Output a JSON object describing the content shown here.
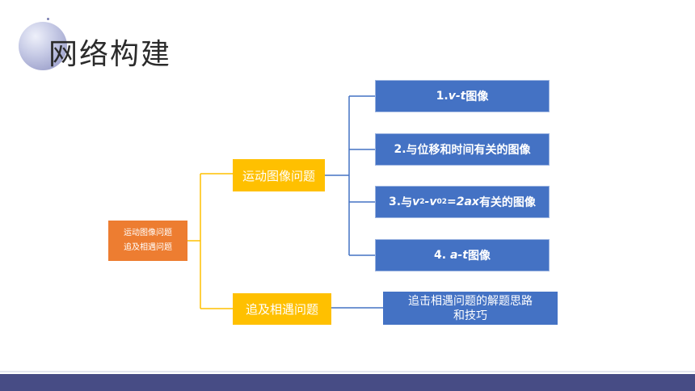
{
  "page": {
    "title": "网络构建"
  },
  "colors": {
    "root": "#ed7d31",
    "branch": "#ffc000",
    "leaf": "#4472c4",
    "footer": "#474c85"
  },
  "diagram": {
    "root": {
      "line1": "运动图像问题",
      "line2": "追及相遇问题"
    },
    "branches": [
      {
        "label": "运动图像问题",
        "children": [
          {
            "num": "1.",
            "var": "v-t",
            "suffix": "图像"
          },
          {
            "num": "2.",
            "text": "与位移和时间有关的图像"
          },
          {
            "num": "3.",
            "prefix": "与",
            "formula_v": "v",
            "formula_sup": "2",
            "formula_mid": "-v",
            "formula_sub": "0",
            "formula_sup2": "2",
            "formula_rest": "=2ax",
            "suffix": "有关的图像"
          },
          {
            "num": "4.",
            "var": "a-t",
            "suffix": "图像"
          }
        ]
      },
      {
        "label": "追及相遇问题",
        "children": [
          {
            "line1": "追击相遇问题的解题思路",
            "line2": "和技巧"
          }
        ]
      }
    ]
  }
}
